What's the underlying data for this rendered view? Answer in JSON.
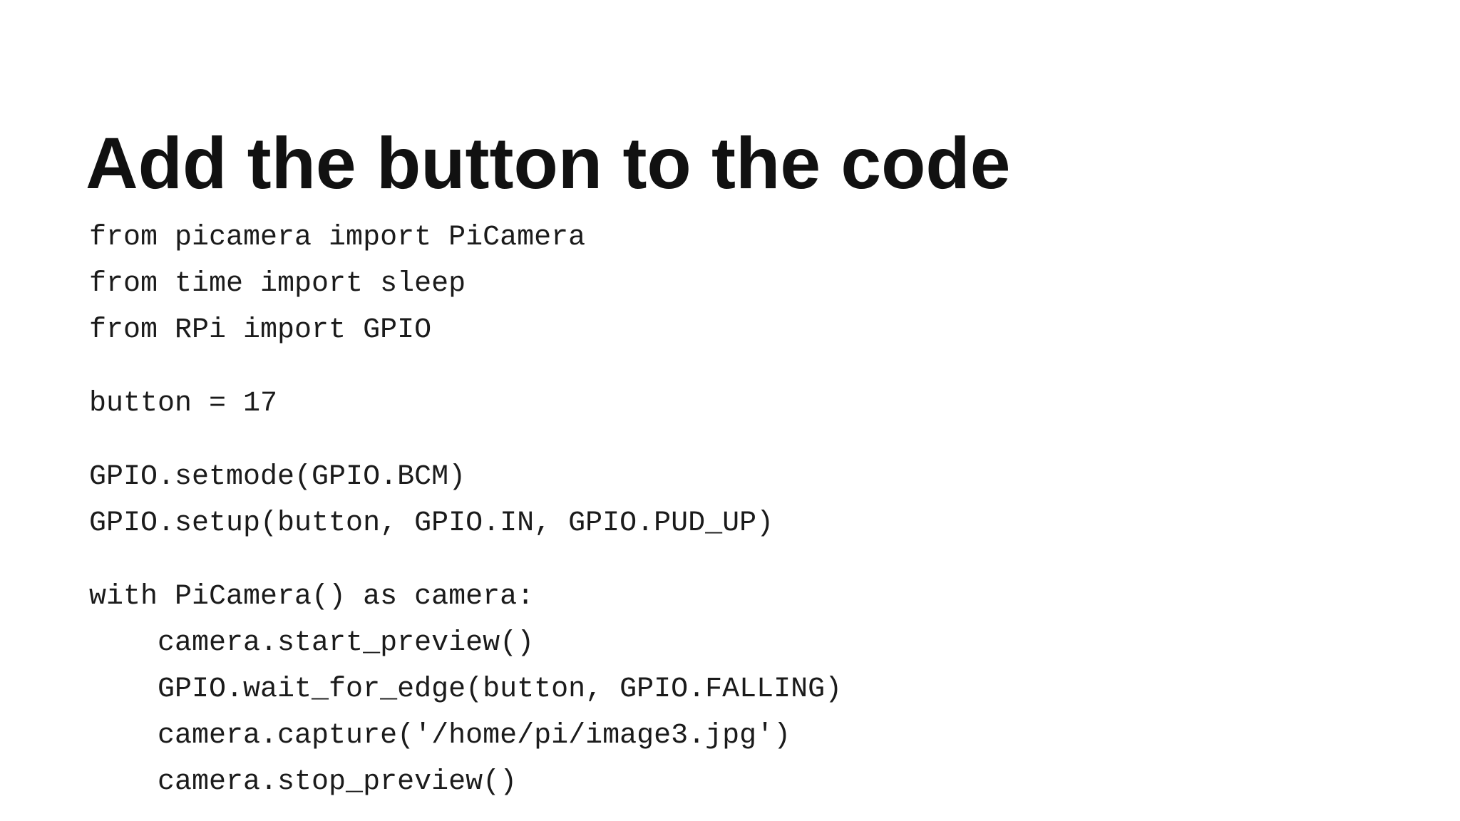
{
  "slide": {
    "title": "Add the button to the code",
    "background_color": "#ffffff",
    "title_color": "#111111",
    "code_color": "#1b1b1b"
  },
  "code": {
    "language": "python",
    "groups": [
      {
        "lines": [
          "from picamera import PiCamera",
          "from time import sleep",
          "from RPi import GPIO"
        ]
      },
      {
        "lines": [
          "button = 17"
        ]
      },
      {
        "lines": [
          "GPIO.setmode(GPIO.BCM)",
          "GPIO.setup(button, GPIO.IN, GPIO.PUD_UP)"
        ]
      },
      {
        "lines": [
          "with PiCamera() as camera:",
          "    camera.start_preview()",
          "    GPIO.wait_for_edge(button, GPIO.FALLING)",
          "    camera.capture('/home/pi/image3.jpg')",
          "    camera.stop_preview()"
        ]
      }
    ]
  }
}
